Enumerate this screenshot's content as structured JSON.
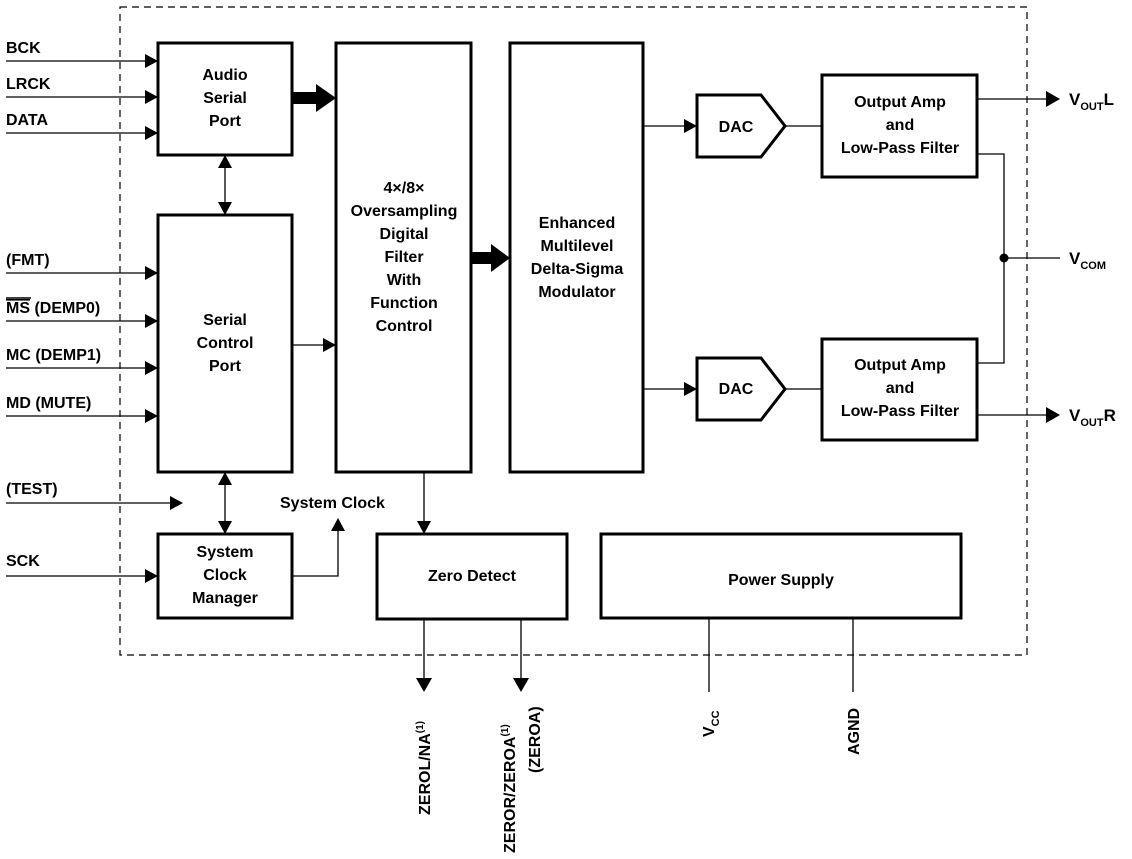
{
  "blocks": {
    "audio_serial_port": [
      "Audio",
      "Serial",
      "Port"
    ],
    "serial_control_port": [
      "Serial",
      "Control",
      "Port"
    ],
    "system_clock_manager": [
      "System",
      "Clock",
      "Manager"
    ],
    "digital_filter": [
      "4×/8×",
      "Oversampling",
      "Digital",
      "Filter",
      "With",
      "Function",
      "Control"
    ],
    "modulator": [
      "Enhanced",
      "Multilevel",
      "Delta-Sigma",
      "Modulator"
    ],
    "dac_left": "DAC",
    "dac_right": "DAC",
    "output_amp_left": [
      "Output Amp",
      "and",
      "Low-Pass Filter"
    ],
    "output_amp_right": [
      "Output Amp",
      "and",
      "Low-Pass Filter"
    ],
    "zero_detect": "Zero Detect",
    "power_supply": "Power Supply"
  },
  "labels": {
    "system_clock": "System Clock"
  },
  "inputs": {
    "bck": "BCK",
    "lrck": "LRCK",
    "data": "DATA",
    "fmt": "(FMT)",
    "ms_overbar": "MS",
    "ms_rest": " (DEMP0)",
    "mc": "MC (DEMP1)",
    "md": "MD (MUTE)",
    "test": "(TEST)",
    "sck": "SCK"
  },
  "outputs": {
    "vout_l": {
      "main": "V",
      "sub": "OUT",
      "suffix": "L"
    },
    "vcom": {
      "main": "V",
      "sub": "COM"
    },
    "vout_r": {
      "main": "V",
      "sub": "OUT",
      "suffix": "R"
    }
  },
  "bottom_pins": {
    "zerol": {
      "text": "ZEROL/NA",
      "sup": "(1)"
    },
    "zeror": {
      "text": "ZEROR/ZEROA",
      "sup": "(1)",
      "line2": "(ZEROA)"
    },
    "vcc": {
      "main": "V",
      "sub": "CC"
    },
    "agnd": "AGND"
  }
}
